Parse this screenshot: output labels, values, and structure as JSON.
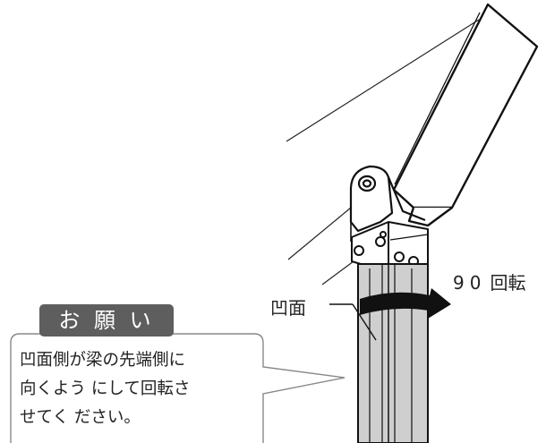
{
  "labels": {
    "rotation_number": "90",
    "rotation_text": "回転",
    "concave_face": "凹面"
  },
  "note": {
    "title": "お 願 い",
    "lines": [
      "凹面側が梁の先端側に",
      "向くよう にして回転さ",
      "せてく ださい。"
    ]
  },
  "colors": {
    "post_fill": "#cfcfcf",
    "note_header": "#5e5e5e",
    "arrow": "#111111"
  },
  "icons": {
    "rotation_arrow": "curved-arrow-icon"
  }
}
